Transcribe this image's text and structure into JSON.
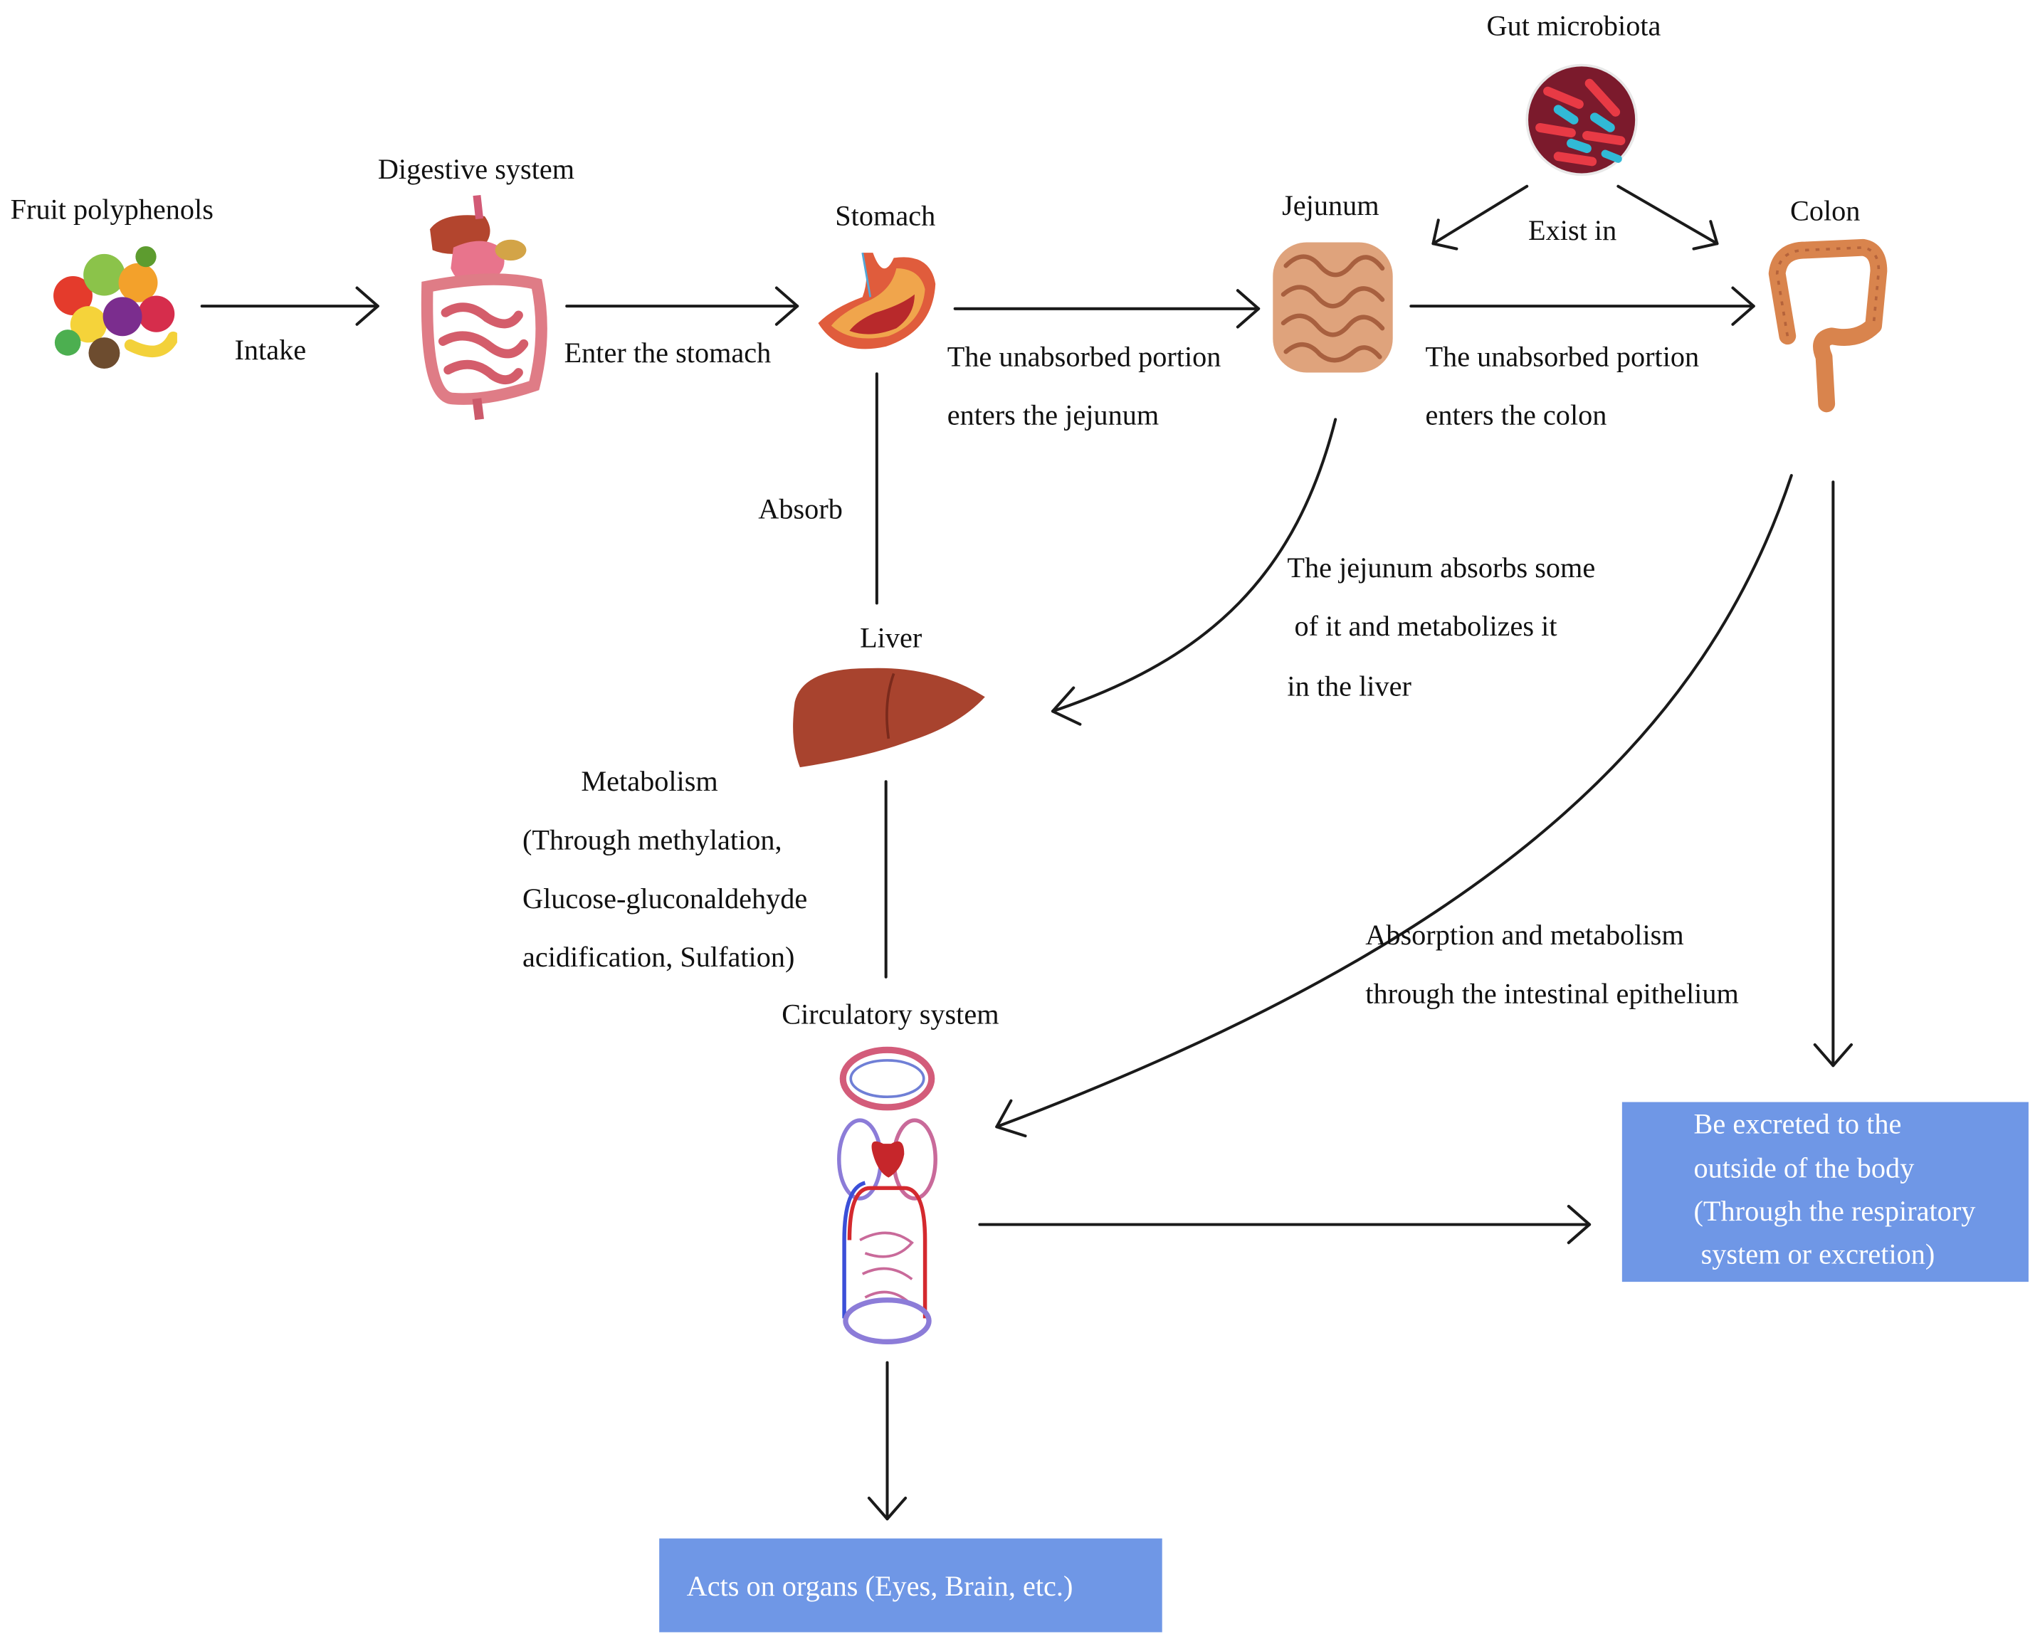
{
  "nodes": {
    "fruit": "Fruit polyphenols",
    "digestive": "Digestive system",
    "stomach": "Stomach",
    "jejunum": "Jejunum",
    "microbiota": "Gut microbiota",
    "colon": "Colon",
    "liver": "Liver",
    "circulatory": "Circulatory system"
  },
  "edges": {
    "intake": "Intake",
    "enter_stomach": "Enter the stomach",
    "unabsorbed_jejunum": [
      "The unabsorbed portion",
      "enters the jejunum"
    ],
    "exist_in": "Exist in",
    "unabsorbed_colon": [
      "The unabsorbed portion",
      "enters the colon"
    ],
    "absorb": "Absorb",
    "jejunum_absorbs": [
      "The jejunum absorbs some",
      " of it and metabolizes it",
      "in the liver"
    ],
    "metabolism": [
      "Metabolism",
      "(Through methylation,",
      "Glucose-gluconaldehyde",
      "acidification, Sulfation)"
    ],
    "epithelium": [
      "Absorption and metabolism",
      "through the intestinal epithelium"
    ]
  },
  "outcomes": {
    "excreted": [
      "Be excreted to the",
      "outside of the body",
      "(Through the respiratory",
      " system or excretion)"
    ],
    "organs": "Acts on organs (Eyes, Brain, etc.)"
  },
  "colors": {
    "outcome_box": "#6f97e6",
    "outcome_text": "#ffffff",
    "arrow": "#1a1a1a"
  }
}
